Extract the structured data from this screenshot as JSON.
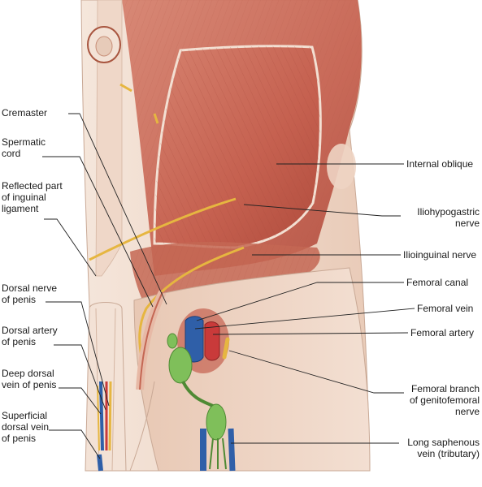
{
  "labels": {
    "cremaster": [
      "Cremaster"
    ],
    "spermatic_cord": [
      "Spermatic",
      "cord"
    ],
    "reflected_part": [
      "Reflected part",
      "of inguinal",
      "ligament"
    ],
    "dorsal_nerve": [
      "Dorsal nerve",
      "of penis"
    ],
    "dorsal_artery": [
      "Dorsal artery",
      "of penis"
    ],
    "deep_dorsal_vein": [
      "Deep dorsal",
      "vein of penis"
    ],
    "superficial_dorsal_vein": [
      "Superficial",
      "dorsal vein",
      "of penis"
    ],
    "internal_oblique": [
      "Internal oblique"
    ],
    "iliohypogastric": [
      "Iliohypogastric",
      "nerve"
    ],
    "ilioinguinal": [
      "Ilioinguinal nerve"
    ],
    "femoral_canal": [
      "Femoral canal"
    ],
    "femoral_vein": [
      "Femoral vein"
    ],
    "femoral_artery": [
      "Femoral artery"
    ],
    "femoral_branch": [
      "Femoral branch",
      "of genitofemoral",
      "nerve"
    ],
    "long_saphenous": [
      "Long saphenous",
      "vein (tributary)"
    ]
  },
  "colors": {
    "muscle": "#c9705f",
    "muscle_dark": "#a84a3c",
    "skin": "#f1ddd0",
    "fascia": "#e9cdbd",
    "nerve": "#e6b640",
    "vein": "#2f5fa8",
    "artery": "#c93a3a",
    "lymph": "#7fbf5a",
    "leader": "#222222"
  }
}
